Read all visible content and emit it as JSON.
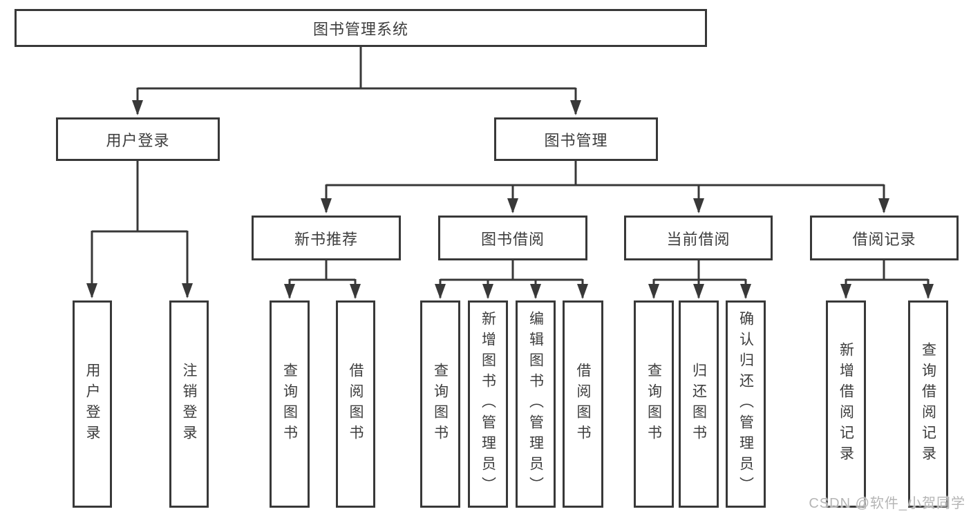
{
  "diagram_type": "hierarchy-tree",
  "colors": {
    "line": "#383838",
    "box_border": "#383838",
    "text": "#3d3d3d",
    "background": "#ffffff",
    "watermark": "#b5b5b5"
  },
  "tree": {
    "label": "图书管理系统",
    "children": [
      {
        "label": "用户登录",
        "children": [
          {
            "label": "用户登录"
          },
          {
            "label": "注销登录"
          }
        ]
      },
      {
        "label": "图书管理",
        "children": [
          {
            "label": "新书推荐",
            "children": [
              {
                "label": "查询图书"
              },
              {
                "label": "借阅图书"
              }
            ]
          },
          {
            "label": "图书借阅",
            "children": [
              {
                "label": "查询图书"
              },
              {
                "label": "新增图书（管理员）"
              },
              {
                "label": "编辑图书（管理员）"
              },
              {
                "label": "借阅图书"
              }
            ]
          },
          {
            "label": "当前借阅",
            "children": [
              {
                "label": "查询图书"
              },
              {
                "label": "归还图书"
              },
              {
                "label": "确认归还（管理员）"
              }
            ]
          },
          {
            "label": "借阅记录",
            "children": [
              {
                "label": "新增借阅记录"
              },
              {
                "label": "查询借阅记录"
              }
            ]
          }
        ]
      }
    ]
  },
  "watermark": "CSDN @软件_小贺同学"
}
